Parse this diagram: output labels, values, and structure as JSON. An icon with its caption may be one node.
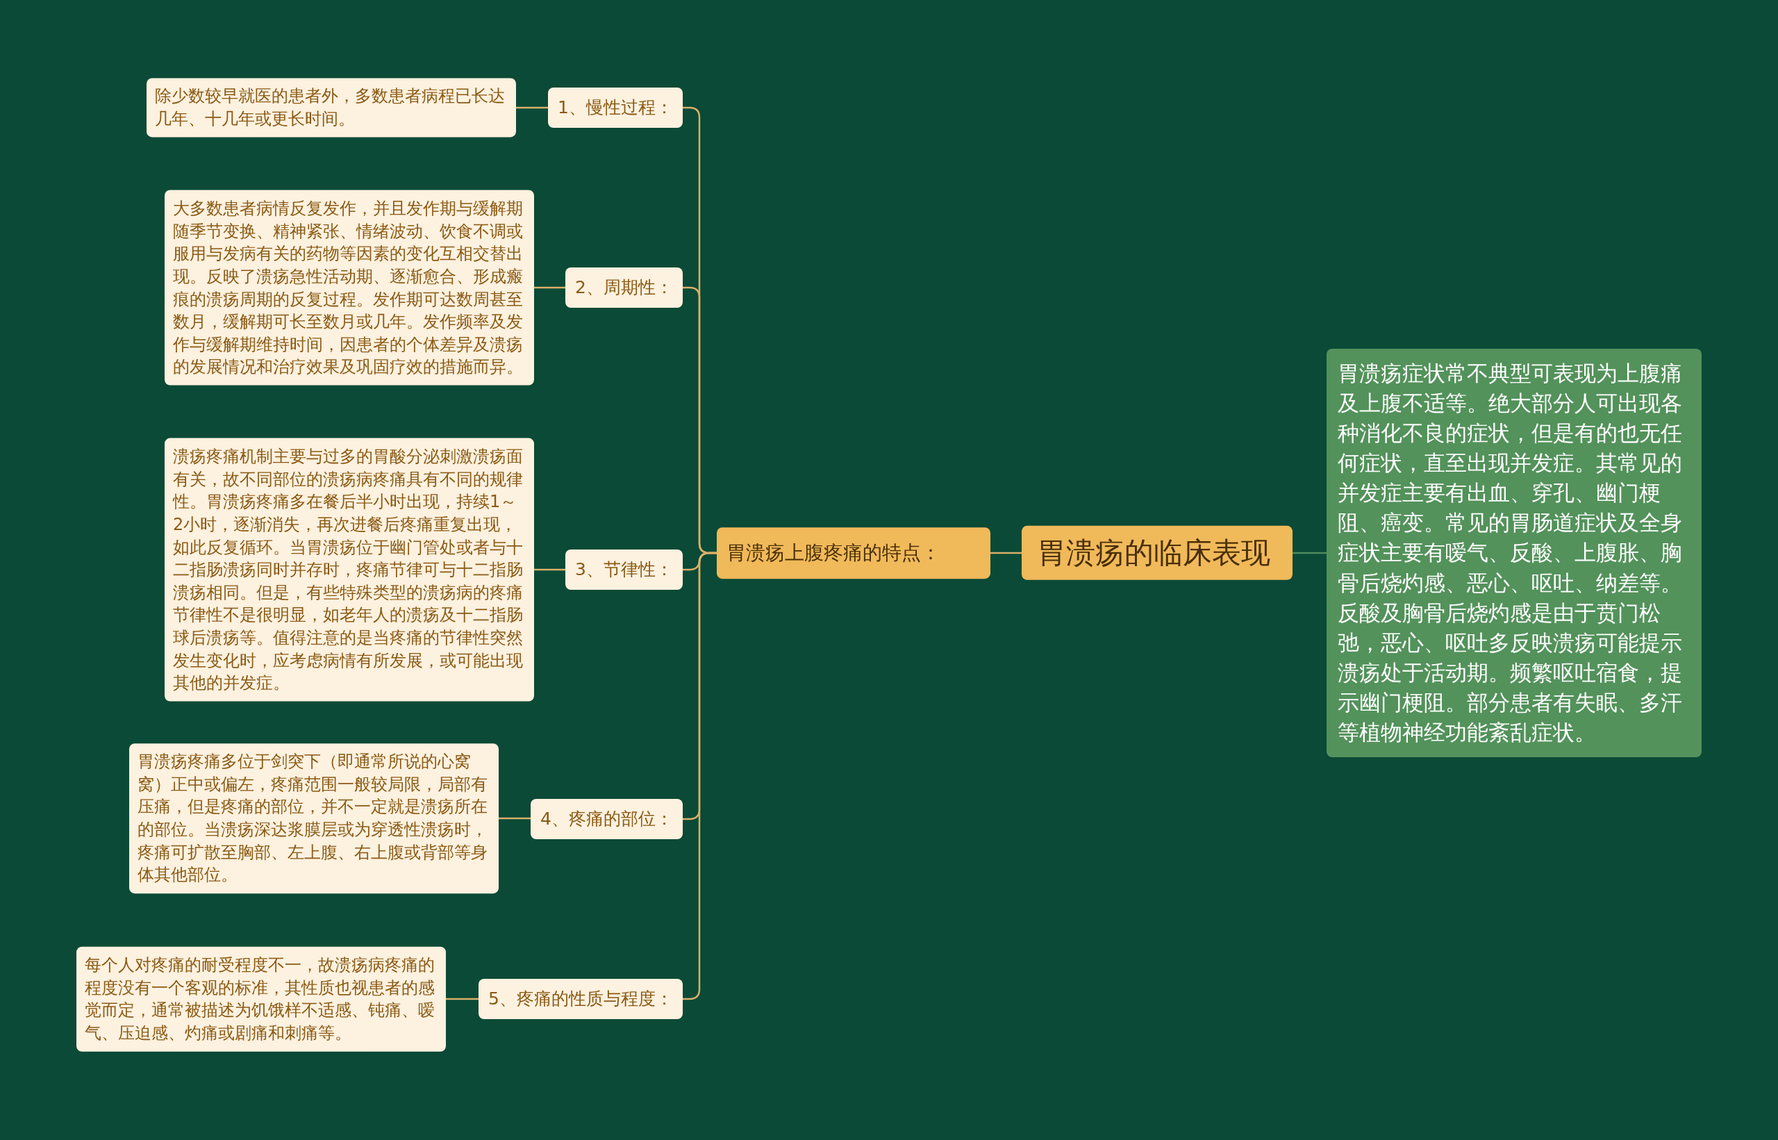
{
  "diagram": {
    "nodes": [
      {
        "text": [
          "胃溃疡的临床表现"
        ]
      },
      {
        "text": [
          "胃溃疡上腹疼痛的特点："
        ]
      },
      {
        "text": [
          "1、慢性过程："
        ]
      },
      {
        "text": [
          "2、周期性："
        ]
      },
      {
        "text": [
          "3、节律性："
        ]
      },
      {
        "text": [
          "4、疼痛的部位："
        ]
      },
      {
        "text": [
          "5、疼痛的性质与程度："
        ]
      },
      {
        "text": [
          "除少数较早就医的患者外，多数患者病程已长达几年、十几年或更长时间。"
        ]
      },
      {
        "text": [
          "大多数患者病情反复发作，并且发作期与缓解期随季节变换、精神紧张、情绪波动、饮食不调或服用与发病有关的药物等因素的变化互相交替出现。反映了溃疡急性活动期、逐渐愈合、形成瘢痕的溃疡周期的反复过程。发作期可达数周甚至数月，缓解期可长至数月或几年。发作频率及发作与缓解期维持时间，因患者的个体差异及溃疡的发展情况和治疗效果及巩固疗效的措施而异。"
        ]
      },
      {
        "text": [
          "溃疡疼痛机制主要与过多的胃酸分泌刺激溃疡面有关，故不同部位的溃疡病疼痛具有不同的规律性。胃溃疡疼痛多在餐后半小时出现，持续1～2小时，逐渐消失，再次进餐后疼痛重复出现，如此反复循环。当胃溃疡位于幽门管处或者与十二指肠溃疡同时并存时，疼痛节律可与十二指肠溃疡相同。但是，有些特殊类型的溃疡病的疼痛节律性不是很明显，如老年人的溃疡及十二指肠球后溃疡等。值得注意的是当疼痛的节律性突然发生变化时，应考虑病情有所发展，或可能出现其他的并发症。"
        ]
      },
      {
        "text": [
          "胃溃疡疼痛多位于剑突下（即通常所说的心窝窝）正中或偏左，疼痛范围一般较局限，局部有压痛，但是疼痛的部位，并不一定就是溃疡所在的部位。当溃疡深达浆膜层或为穿透性溃疡时，疼痛可扩散至胸部、左上腹、右上腹或背部等身体其他部位。"
        ]
      },
      {
        "text": [
          "每个人对疼痛的耐受程度不一，故溃疡病疼痛的程度没有一个客观的标准，其性质也视患者的感觉而定，通常被描述为饥饿样不适感、钝痛、嗳气、压迫感、灼痛或剧痛和刺痛等。"
        ]
      },
      {
        "text": [
          "胃溃疡症状常不典型可表现为上腹痛及上腹不适等。绝大部分人可出现各种消化不良的症状，但是有的也无任何症状，直至出现并发症。其常见的并发症主要有出血、穿孔、幽门梗阻、癌变。常见的胃肠道症状及全身症状主要有嗳气、反酸、上腹胀、胸骨后烧灼感、恶心、呕吐、纳差等。反酸及胸骨后烧灼感是由于贲门松弛，恶心、呕吐多反映溃疡可能提示溃疡处于活动期。频繁呕吐宿食，提示幽门梗阻。部分患者有失眠、多汗等植物神经功能紊乱症状。"
        ]
      }
    ],
    "edges": [
      {
        "from": 0,
        "to": 1,
        "arrow": "none"
      },
      {
        "from": 0,
        "to": 12,
        "arrow": "none",
        "color": "#4f8a5c"
      },
      {
        "from": 1,
        "to": 2,
        "arrow": "none"
      },
      {
        "from": 1,
        "to": 3,
        "arrow": "none"
      },
      {
        "from": 1,
        "to": 4,
        "arrow": "none"
      },
      {
        "from": 1,
        "to": 5,
        "arrow": "none"
      },
      {
        "from": 1,
        "to": 6,
        "arrow": "none"
      },
      {
        "from": 2,
        "to": 7,
        "arrow": "none"
      },
      {
        "from": 3,
        "to": 8,
        "arrow": "none"
      },
      {
        "from": 4,
        "to": 9,
        "arrow": "none"
      },
      {
        "from": 5,
        "to": 10,
        "arrow": "none"
      },
      {
        "from": 6,
        "to": 11,
        "arrow": "none"
      }
    ]
  }
}
